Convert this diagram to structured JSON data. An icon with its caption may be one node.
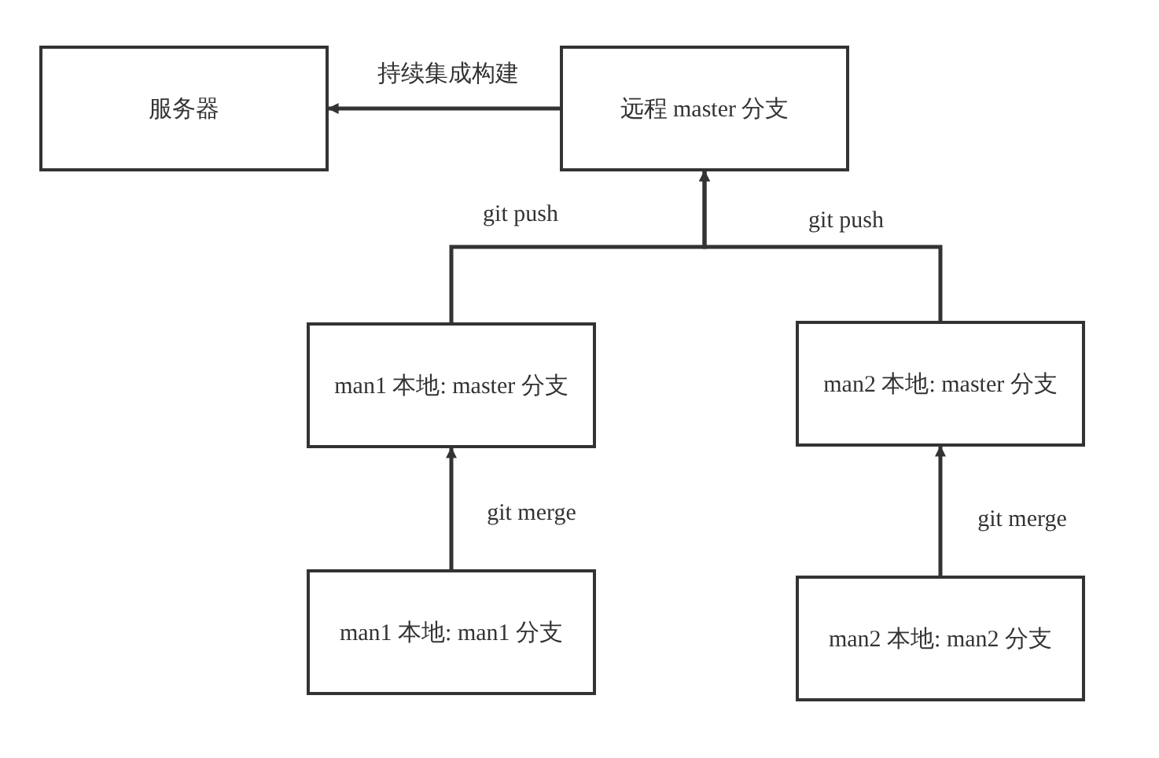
{
  "diagram": {
    "nodes": [
      {
        "text": [
          "服务器"
        ]
      },
      {
        "text": [
          "远程 master 分支"
        ]
      },
      {
        "text": [
          "man1 本地: master 分支"
        ]
      },
      {
        "text": [
          "man2 本地: master 分支"
        ]
      },
      {
        "text": [
          "man1 本地: man1 分支"
        ]
      },
      {
        "text": [
          "man2 本地: man2 分支"
        ]
      }
    ],
    "edges": [
      {
        "from": 1,
        "to": 0,
        "arrow": "to",
        "label": "持续集成构建"
      },
      {
        "from": 2,
        "to": 1,
        "arrow": "to",
        "label": "git push"
      },
      {
        "from": 3,
        "to": 1,
        "arrow": "to",
        "label": "git push"
      },
      {
        "from": 4,
        "to": 2,
        "arrow": "to",
        "label": "git merge"
      },
      {
        "from": 5,
        "to": 3,
        "arrow": "to",
        "label": "git merge"
      }
    ]
  }
}
